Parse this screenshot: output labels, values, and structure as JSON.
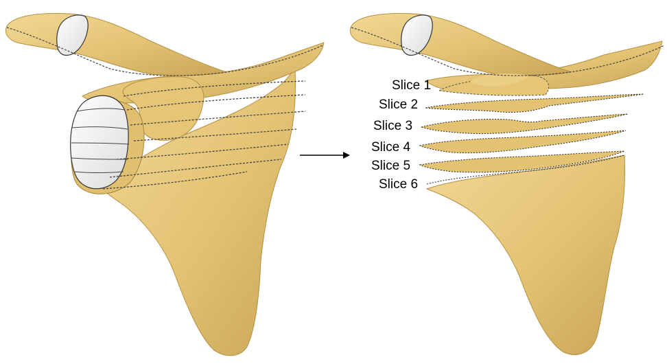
{
  "slice_labels": [
    "Slice 1",
    "Slice 2",
    "Slice 3",
    "Slice 4",
    "Slice 5",
    "Slice 6"
  ],
  "colors": {
    "bone": "#e5c779",
    "bone_dark": "#c8a652",
    "bone_light": "#f2dc9c",
    "cartilage": "#f7f7f7",
    "outline": "#3a3a3a",
    "arrow": "#000000"
  }
}
